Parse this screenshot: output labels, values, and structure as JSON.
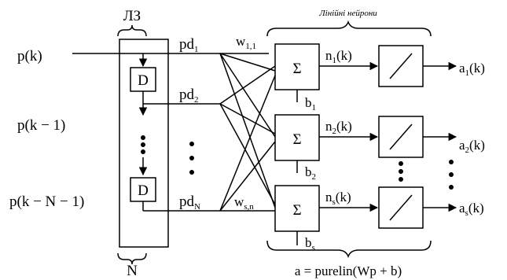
{
  "top_label": "ЛЗ",
  "bottom_label": "N",
  "linear_label": "Лінійні нейрони",
  "formula": "a = purelin(Wp + b)",
  "delay_label": "D",
  "sigma_label": "Σ",
  "inputs": [
    {
      "main": "p(k)"
    },
    {
      "main": "p(k − 1)"
    },
    {
      "main": "p(k − N − 1)"
    }
  ],
  "pd": [
    {
      "main": "pd",
      "sub": "1"
    },
    {
      "main": "pd",
      "sub": "2"
    },
    {
      "main": "pd",
      "sub": "N"
    }
  ],
  "weights": [
    {
      "main": "w",
      "sub": "1,1"
    },
    {
      "main": "w",
      "sub": "s,n"
    }
  ],
  "neurons": [
    {
      "n_main": "n",
      "n_sub": "1",
      "n_arg": "(k)",
      "b_main": "b",
      "b_sub": "1",
      "a_main": "a",
      "a_sub": "1",
      "a_arg": "(k)"
    },
    {
      "n_main": "n",
      "n_sub": "2",
      "n_arg": "(k)",
      "b_main": "b",
      "b_sub": "2",
      "a_main": "a",
      "a_sub": "2",
      "a_arg": "(k)"
    },
    {
      "n_main": "n",
      "n_sub": "s",
      "n_arg": "(k)",
      "b_main": "b",
      "b_sub": "s",
      "a_main": "a",
      "a_sub": "s",
      "a_arg": "(k)"
    }
  ]
}
